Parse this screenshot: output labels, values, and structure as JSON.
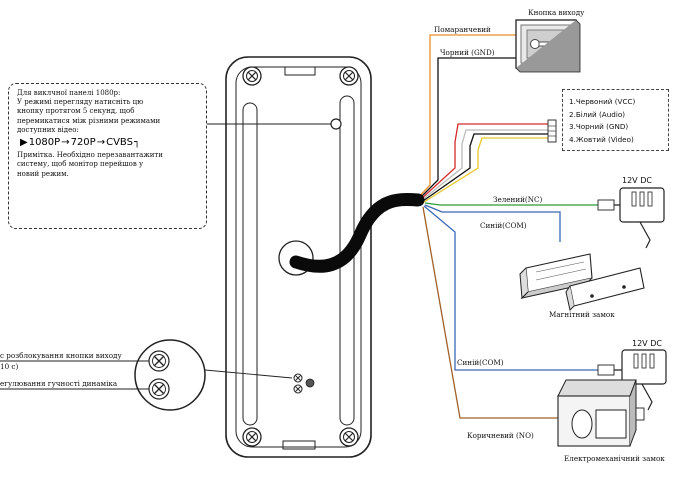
{
  "labels": {
    "exit_button": "Кнопка виходу",
    "orange_wire": "Помаранчевий",
    "black_gnd": "Чорний (GND)",
    "green_nc": "Зелений(NC)",
    "blue_com_1": "Синій(COM)",
    "blue_com_2": "Синій(COM)",
    "brown_no": "Коричневий (NO)",
    "magnetic_lock": "Магнітний замок",
    "electromech_lock": "Електромеханічний замок",
    "dc_1": "12V DC",
    "dc_2": "12V DC",
    "unlock_time": "с розблокування кнопки виходу",
    "unlock_time_2": "10 с)",
    "speaker_volume": "егулювання гучності динаміка"
  },
  "note": {
    "lines": [
      "Для виклчної панелі 1080р:",
      "У режимі перегляду натисніть цю",
      "кнопку протягом 5 секунд, щоб",
      "перемикатися між різними режимами",
      "доступних відео:"
    ],
    "modes": [
      "1080P",
      "720P",
      "CVBS"
    ],
    "footer": [
      "Примітка. Необхідно перезавантажити",
      "систему, щоб монітор перейшов у",
      "новий режим."
    ]
  },
  "pins": [
    "1.Червоний (VCC)",
    "2.Білий (Audio)",
    "3.Чорний (GND)",
    "4.Жовтий (Video)"
  ],
  "colors": {
    "orange": "#e8902a",
    "red": "#d42a2a",
    "yellow": "#e8c72a",
    "green": "#2e9b3a",
    "blue": "#3a68b5",
    "brown": "#a0612a",
    "black": "#111111",
    "cable": "#0a0a0a"
  }
}
